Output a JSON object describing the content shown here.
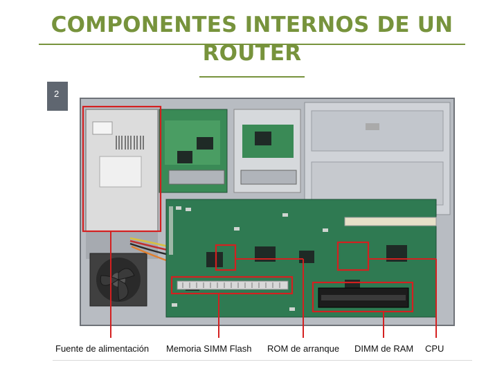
{
  "slide": {
    "title_line1": "COMPONENTES INTERNOS DE UN",
    "title_line2": "ROUTER",
    "image_corner_label": "2",
    "accent_color": "#77933c",
    "highlight_color": "#d42020"
  },
  "labels": [
    "Fuente de alimentación",
    "Memoria SIMM Flash",
    "ROM de arranque",
    "DIMM de RAM",
    "CPU"
  ]
}
